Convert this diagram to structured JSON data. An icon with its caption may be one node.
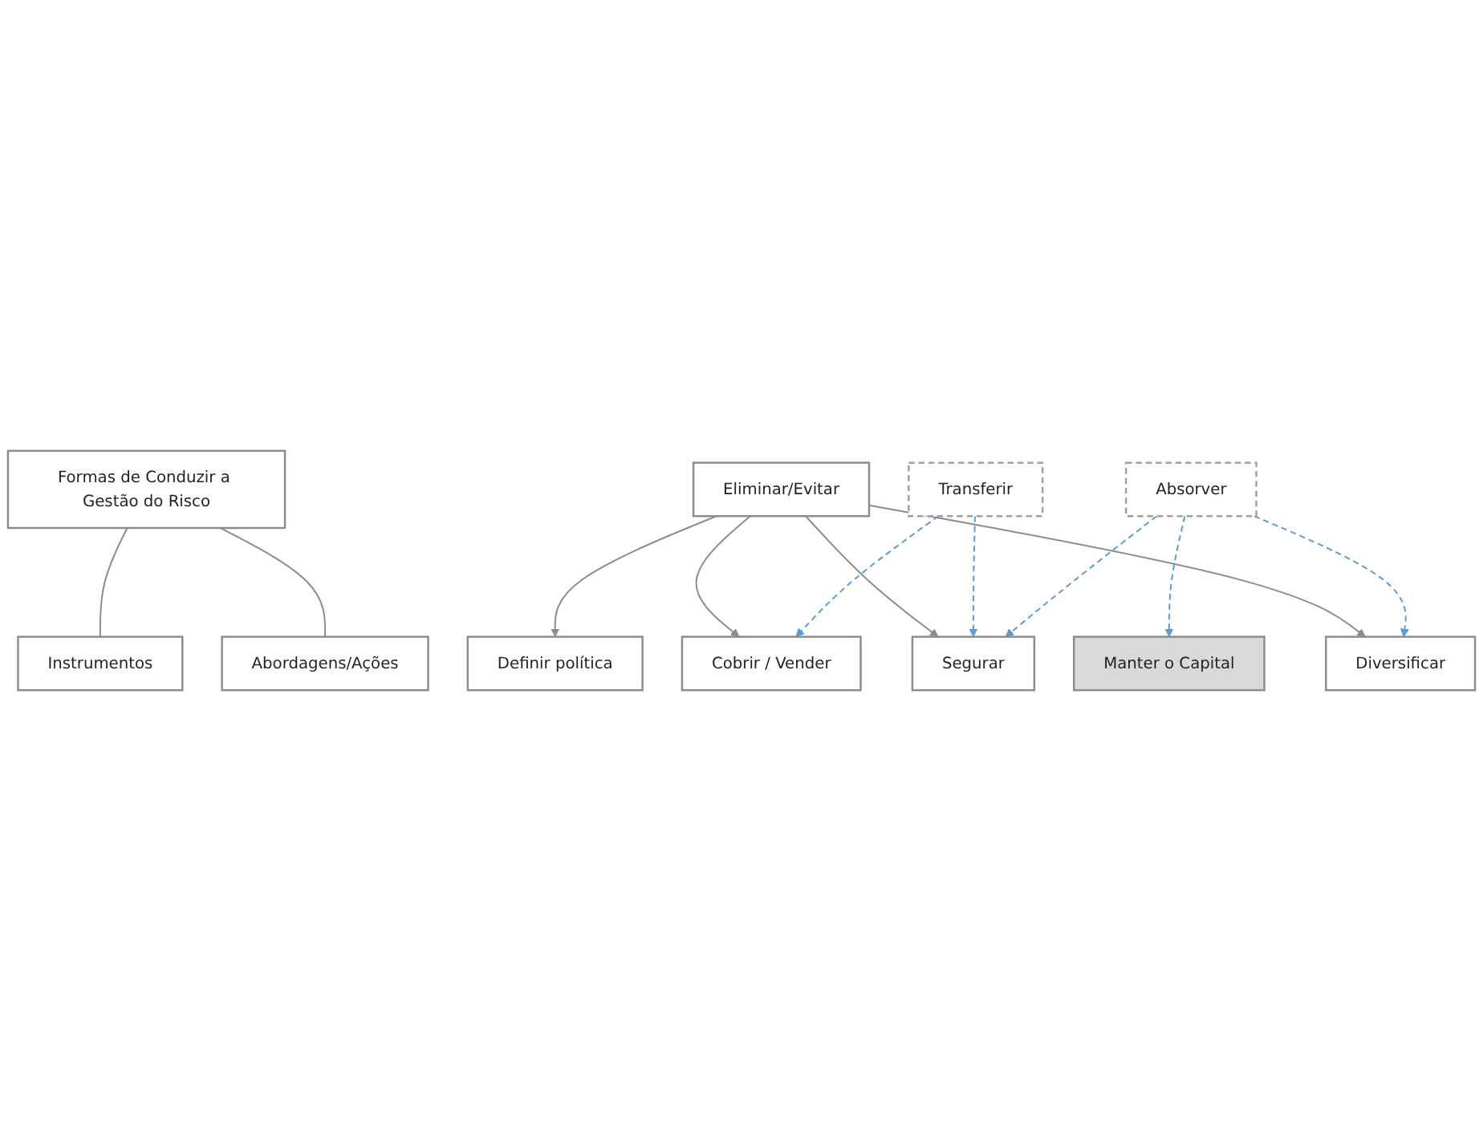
{
  "diagram": {
    "nodes": [
      {
        "text": [
          "Formas de Conduzir a Gestão do Risco"
        ]
      },
      {
        "text": [
          "Abordagens/Ações"
        ]
      },
      {
        "text": [
          "Instrumentos"
        ]
      },
      {
        "text": [
          "Eliminar/Evitar"
        ]
      },
      {
        "text": [
          "Transferir"
        ]
      },
      {
        "text": [
          "Absorver"
        ]
      },
      {
        "text": [
          "Cobrir / Vender"
        ]
      },
      {
        "text": [
          "Diversificar"
        ]
      },
      {
        "text": [
          "Segurar"
        ]
      },
      {
        "text": [
          "Definir política"
        ]
      },
      {
        "text": [
          "Manter o Capital"
        ]
      }
    ],
    "edges": [
      {
        "from": 0,
        "to": 1,
        "arrow": "none"
      },
      {
        "from": 0,
        "to": 2,
        "arrow": "none"
      },
      {
        "from": 3,
        "to": 6,
        "arrow": "to"
      },
      {
        "from": 3,
        "to": 7,
        "arrow": "to"
      },
      {
        "from": 3,
        "to": 8,
        "arrow": "to"
      },
      {
        "from": 3,
        "to": 9,
        "arrow": "to"
      },
      {
        "from": 4,
        "to": 6,
        "arrow": "to",
        "style": "dashed",
        "color": "#5b9bd5"
      },
      {
        "from": 4,
        "to": 8,
        "arrow": "to",
        "style": "dashed",
        "color": "#5b9bd5"
      },
      {
        "from": 5,
        "to": 7,
        "arrow": "to",
        "style": "dashed",
        "color": "#5b9bd5"
      },
      {
        "from": 5,
        "to": 8,
        "arrow": "to",
        "style": "dashed",
        "color": "#5b9bd5"
      },
      {
        "from": 5,
        "to": 10,
        "arrow": "to",
        "style": "dashed",
        "color": "#5b9bd5"
      }
    ]
  }
}
